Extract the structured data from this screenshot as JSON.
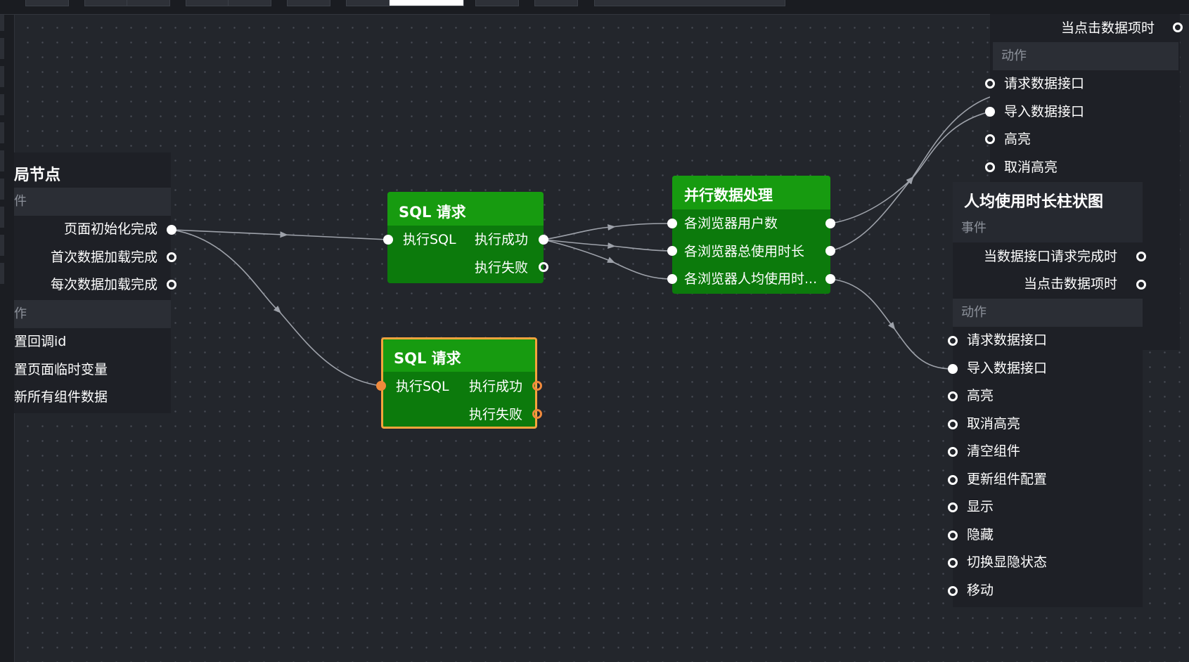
{
  "left_node": {
    "title": "局节点",
    "events_label": "件",
    "events": [
      "页面初始化完成",
      "首次数据加载完成",
      "每次数据加载完成"
    ],
    "actions_label": "作",
    "actions": [
      "置回调id",
      "置页面临时变量",
      "新所有组件数据"
    ]
  },
  "sql_node_1": {
    "title": "SQL 请求",
    "input": "执行SQL",
    "success": "执行成功",
    "fail": "执行失败"
  },
  "sql_node_2": {
    "title": "SQL 请求",
    "input": "执行SQL",
    "success": "执行成功",
    "fail": "执行失败"
  },
  "parallel_node": {
    "title": "并行数据处理",
    "items": [
      "各浏览器用户数",
      "各浏览器总使用时长",
      "各浏览器人均使用时..."
    ]
  },
  "top_right_node": {
    "event_item": "当点击数据项时",
    "actions_label": "动作",
    "actions": [
      "请求数据接口",
      "导入数据接口",
      "高亮",
      "取消高亮"
    ]
  },
  "bar_chart_node": {
    "title": "人均使用时长柱状图",
    "events_label": "事件",
    "events": [
      "当数据接口请求完成时",
      "当点击数据项时"
    ],
    "actions_label": "动作",
    "actions": [
      "请求数据接口",
      "导入数据接口",
      "高亮",
      "取消高亮",
      "清空组件",
      "更新组件配置",
      "显示",
      "隐藏",
      "切换显隐状态",
      "移动"
    ]
  },
  "colors": {
    "canvas": "#23262c",
    "panel": "#1e2026",
    "section": "#2b2e35",
    "node_body": "#0c7a0c",
    "node_header": "#179b10",
    "selected_border": "#f5a43c",
    "wire": "#9ea2aa"
  }
}
